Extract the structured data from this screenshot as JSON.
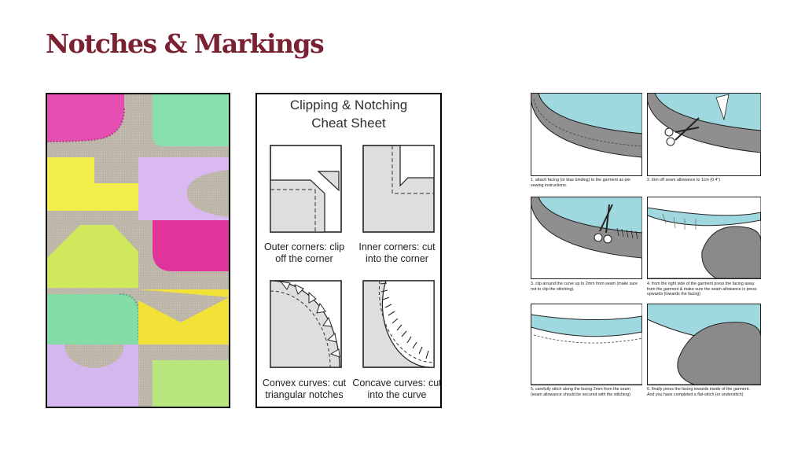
{
  "slide": {
    "title": "Notches & Markings"
  },
  "colors": {
    "title": "#7b2232",
    "panel_fill": "#dedede",
    "facing": "#9fd8df",
    "garment": "#8f8f8f"
  },
  "cheat_sheet": {
    "title_line1": "Clipping & Notching",
    "title_line2": "Cheat Sheet",
    "items": [
      {
        "line1": "Outer corners: clip",
        "line2": "off the corner"
      },
      {
        "line1": "Inner corners: cut",
        "line2": "into the corner"
      },
      {
        "line1": "Convex curves: cut",
        "line2": "triangular notches"
      },
      {
        "line1": "Concave curves: cut",
        "line2": "into the curve"
      }
    ]
  },
  "steps": [
    {
      "caption": "1. attach facing (or bias binding) to the garment as per sewing instructions."
    },
    {
      "caption": "2. trim off seam allowance to 1cm (0.4\")"
    },
    {
      "caption": "3. clip around the curve up to 2mm from seam (make sure not to clip the stitching)."
    },
    {
      "caption": "4. from the right side of the garment press the facing away from the garment & make sure the seam allowance is press upwards (towards the facing)"
    },
    {
      "caption": "5. carefully stitch along the facing 2mm from the seam (seam allowance should be secured with the stitching)"
    },
    {
      "caption": "6. finally press the facing towards inside of the garment. And you have completed a flat-stitch (or understitch)"
    }
  ]
}
